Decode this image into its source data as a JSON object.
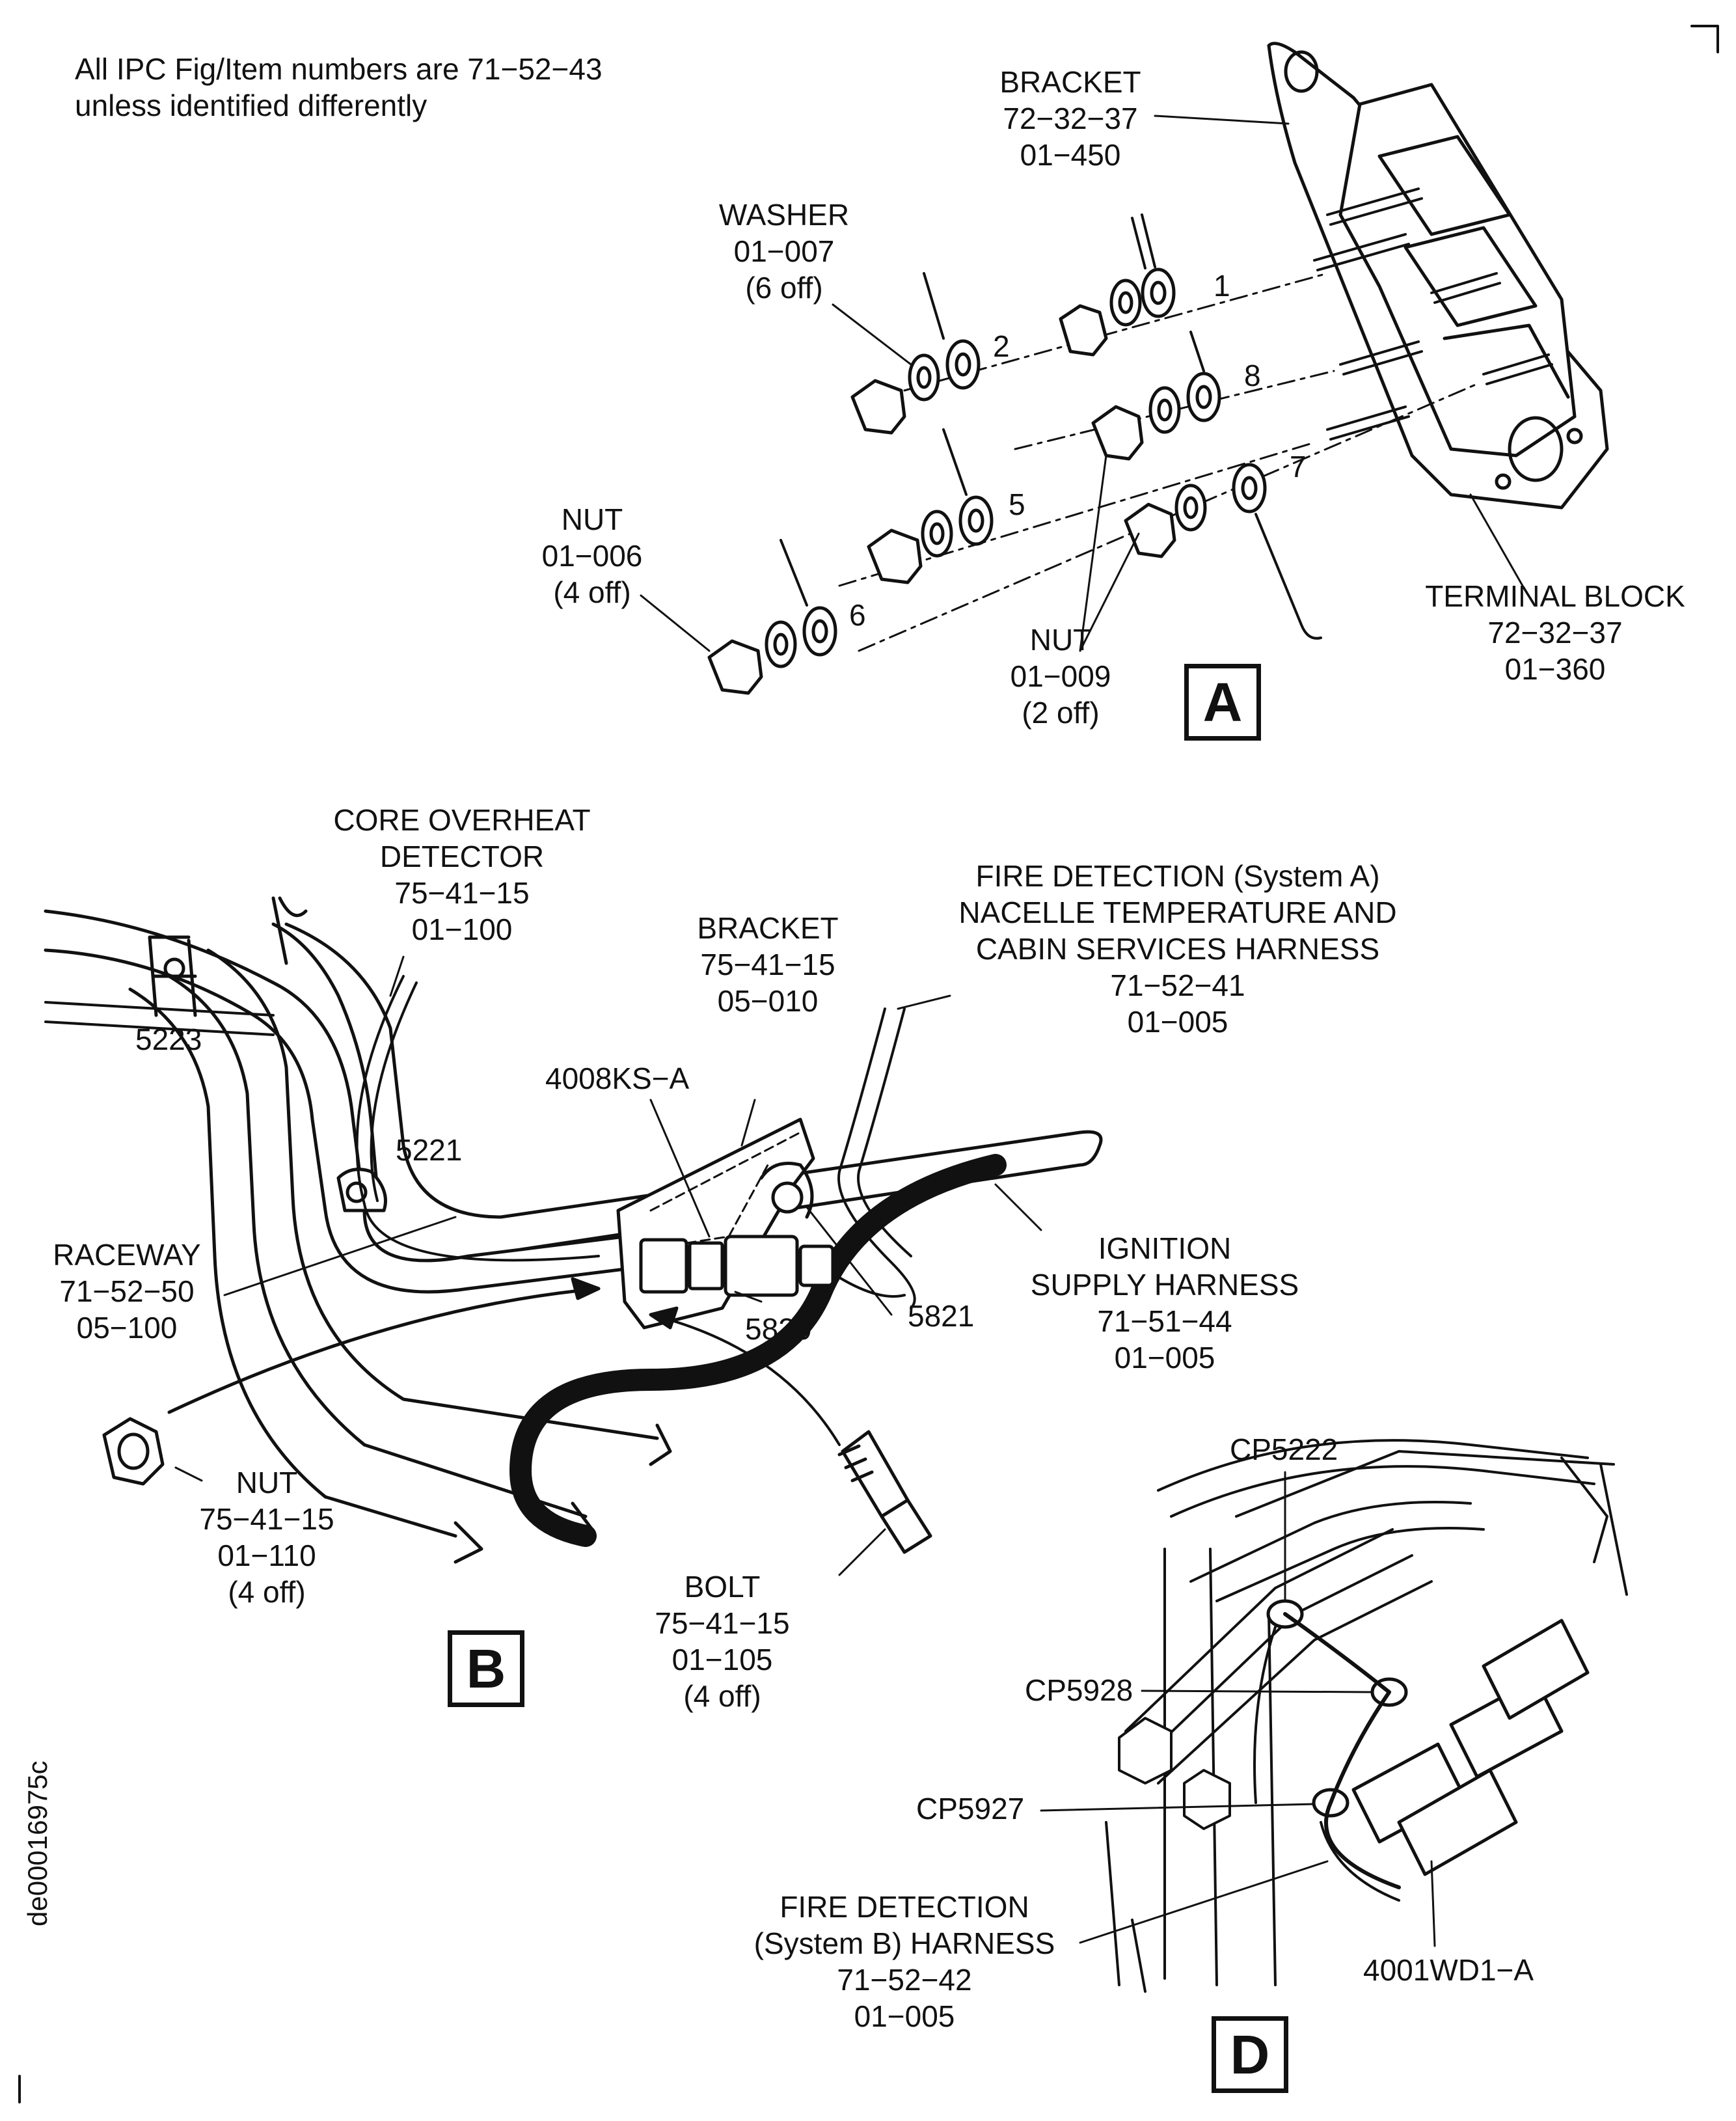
{
  "note": [
    "All IPC Fig/Item numbers are 71−52−43",
    "unless identified differently"
  ],
  "figure_id": "de00016975c",
  "views": [
    "A",
    "B",
    "D"
  ],
  "view_a": {
    "bracket": [
      "BRACKET",
      "72−32−37",
      "01−450"
    ],
    "washer": [
      "WASHER",
      "01−007",
      "(6 off)"
    ],
    "nut_006": [
      "NUT",
      "01−006",
      "(4 off)"
    ],
    "nut_009": [
      "NUT",
      "01−009",
      "(2 off)"
    ],
    "terminal_block": [
      "TERMINAL BLOCK",
      "72−32−37",
      "01−360"
    ],
    "terminals": [
      "1",
      "2",
      "8",
      "5",
      "7",
      "6"
    ]
  },
  "view_b": {
    "core_detector": [
      "CORE OVERHEAT",
      "DETECTOR",
      "75−41−15",
      "01−100"
    ],
    "bracket": [
      "BRACKET",
      "75−41−15",
      "05−010"
    ],
    "fire_det_a": [
      "FIRE DETECTION (System A)",
      "NACELLE TEMPERATURE AND",
      "CABIN SERVICES HARNESS",
      "71−52−41",
      "01−005"
    ],
    "connector": "4008KS−A",
    "raceway": [
      "RACEWAY",
      "71−52−50",
      "05−100"
    ],
    "ignition": [
      "IGNITION",
      "SUPPLY HARNESS",
      "71−51−44",
      "01−005"
    ],
    "nut": [
      "NUT",
      "75−41−15",
      "01−110",
      "(4 off)"
    ],
    "bolt": [
      "BOLT",
      "75−41−15",
      "01−105",
      "(4 off)"
    ],
    "clamps": [
      "5223",
      "5221",
      "5820",
      "5821"
    ]
  },
  "view_d": {
    "cp5222": "CP5222",
    "cp5928": "CP5928",
    "cp5927": "CP5927",
    "fire_det_b": [
      "FIRE DETECTION",
      "(System B) HARNESS",
      "71−52−42",
      "01−005"
    ],
    "connector": "4001WD1−A"
  }
}
